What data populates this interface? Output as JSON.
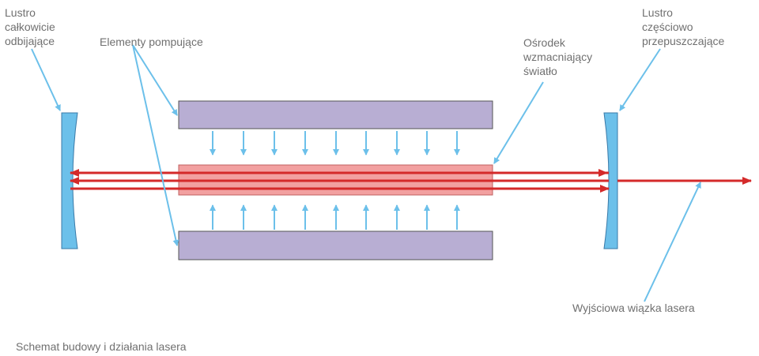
{
  "labels": {
    "mirror_left": "Lustro\ncałkowicie\nodbijające",
    "pumping": "Elementy pompujące",
    "medium": "Ośrodek\nwzmacniający\nświatło",
    "mirror_right": "Lustro\nczęściowo\nprzepuszczające",
    "output_beam": "Wyjściowa wiązka lasera",
    "caption": "Schemat budowy i działania lasera"
  },
  "colors": {
    "mirror_fill": "#6cc0ea",
    "mirror_stroke": "#3a7aa8",
    "pump_fill": "#b8aed3",
    "pump_stroke": "#555555",
    "medium_fill": "#f2a0a0",
    "beam": "#d42a2a",
    "leader": "#6cc0ea",
    "text": "#707070"
  },
  "icons": [
    "arrow-icon"
  ]
}
